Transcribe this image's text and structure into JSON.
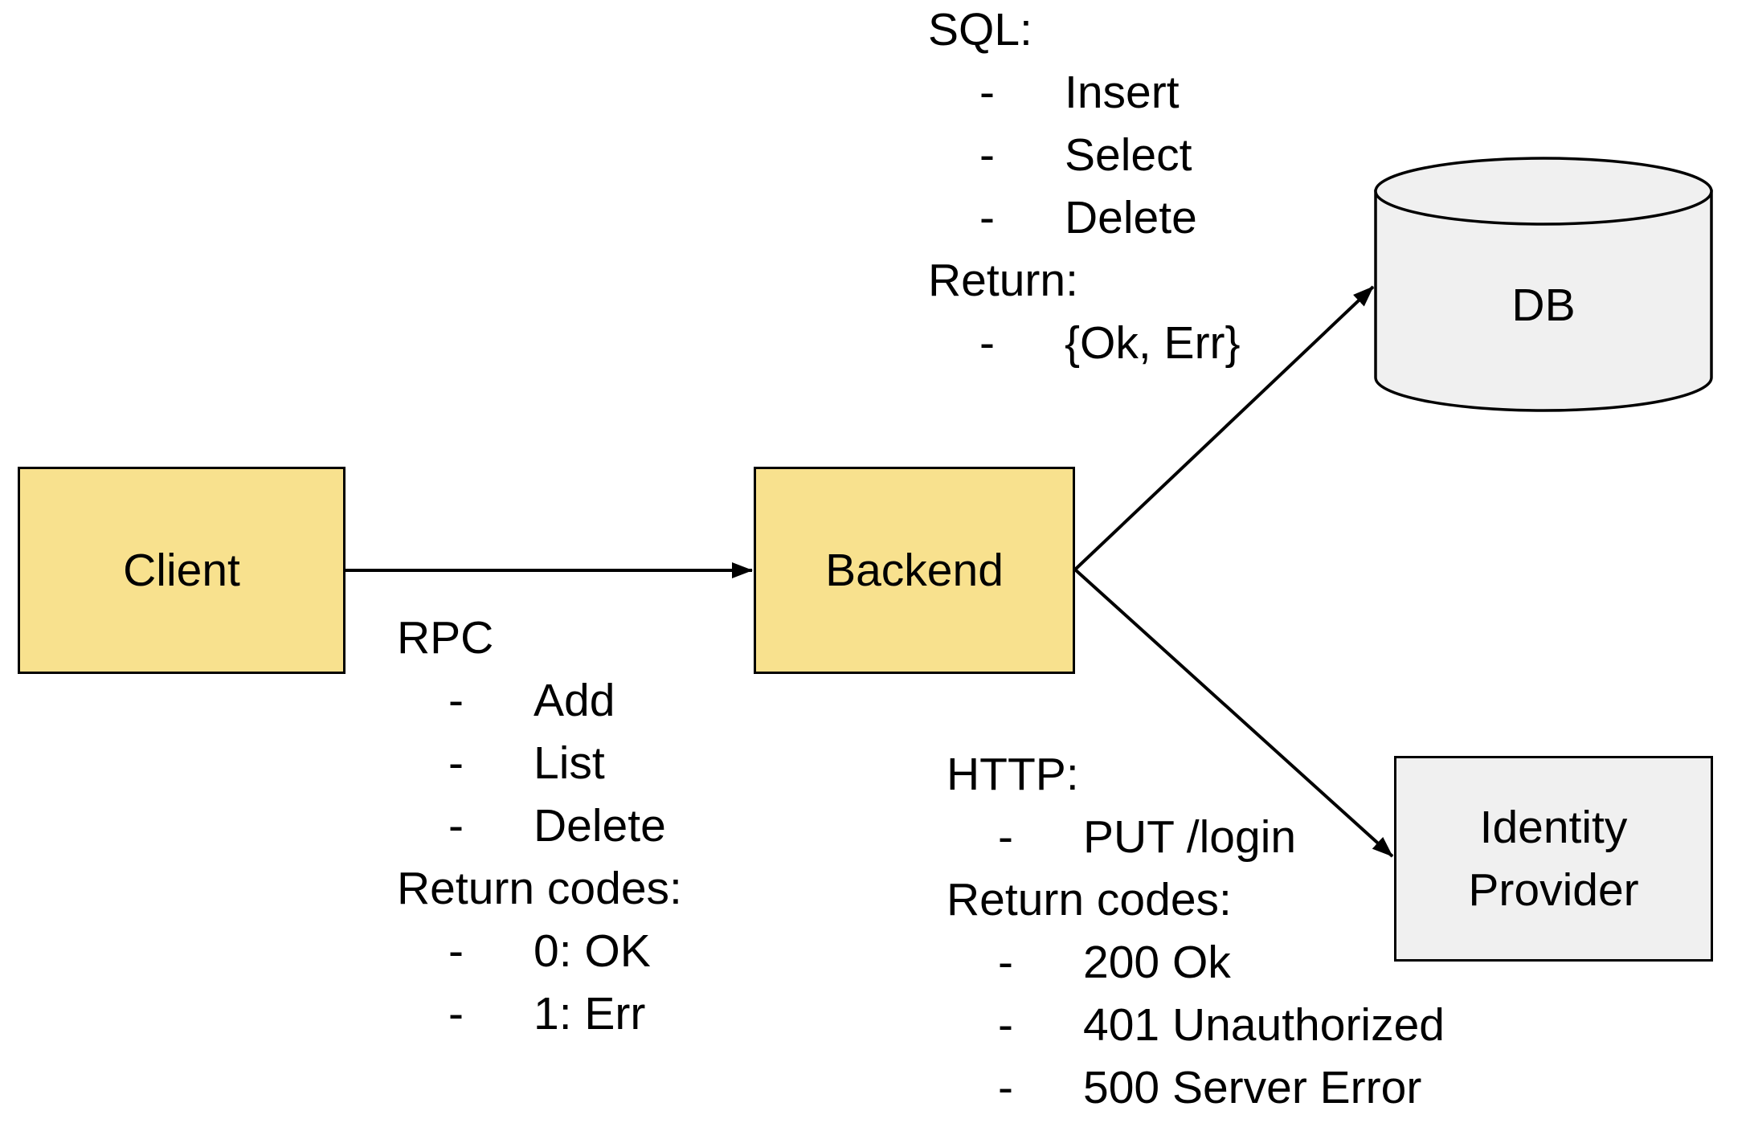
{
  "bullet": "-",
  "colors": {
    "node_fill_yellow": "#F8E18E",
    "node_fill_gray": "#F0F0F0",
    "stroke": "#000000",
    "text": "#000000",
    "background": "#FFFFFF"
  },
  "nodes": {
    "client": {
      "label": "Client"
    },
    "backend": {
      "label": "Backend"
    },
    "db": {
      "label": "DB"
    },
    "identity_provider": {
      "label": "Identity Provider"
    }
  },
  "diagram": {
    "edges": [
      {
        "from": "Client",
        "to": "Backend",
        "annotation": "rpc"
      },
      {
        "from": "Backend",
        "to": "DB",
        "annotation": "sql"
      },
      {
        "from": "Backend",
        "to": "Identity Provider",
        "annotation": "http"
      }
    ]
  },
  "edge_labels": {
    "rpc": {
      "title": "RPC",
      "items": [
        "Add",
        "List",
        "Delete"
      ],
      "return_title": "Return codes:",
      "return_items": [
        "0: OK",
        "1: Err"
      ]
    },
    "sql": {
      "title": "SQL:",
      "items": [
        "Insert",
        "Select",
        "Delete"
      ],
      "return_title": "Return:",
      "return_items": [
        "{Ok, Err}"
      ]
    },
    "http": {
      "title": "HTTP:",
      "items": [
        "PUT /login"
      ],
      "return_title": "Return codes:",
      "return_items": [
        "200 Ok",
        "401 Unauthorized",
        "500 Server Error"
      ]
    }
  }
}
